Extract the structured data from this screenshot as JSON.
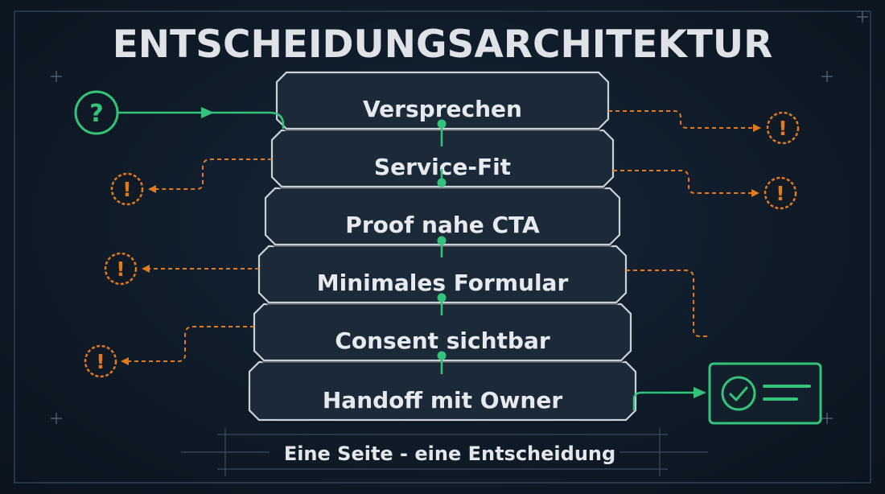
{
  "title": "ENTSCHEIDUNGSARCHITEKTUR",
  "layers": [
    {
      "label": "Versprechen"
    },
    {
      "label": "Service-Fit"
    },
    {
      "label": "Proof nahe CTA"
    },
    {
      "label": "Minimales Formular"
    },
    {
      "label": "Consent sichtbar"
    },
    {
      "label": "Handoff mit Owner"
    }
  ],
  "footer": "Eine Seite - eine Entscheidung",
  "input_marker": {
    "symbol": "?",
    "icon": "question-circle-icon"
  },
  "risk_marker": {
    "symbol": "!",
    "icon": "warning-circle-icon"
  },
  "output_card": {
    "icon": "check-circle-icon"
  },
  "colors": {
    "background": "#0f1a26",
    "layer_fill": "#1b2939",
    "layer_stroke": "#c9d1da",
    "accent_green": "#35c27a",
    "warning_orange": "#e07a1f",
    "text": "#e6e9ee"
  }
}
